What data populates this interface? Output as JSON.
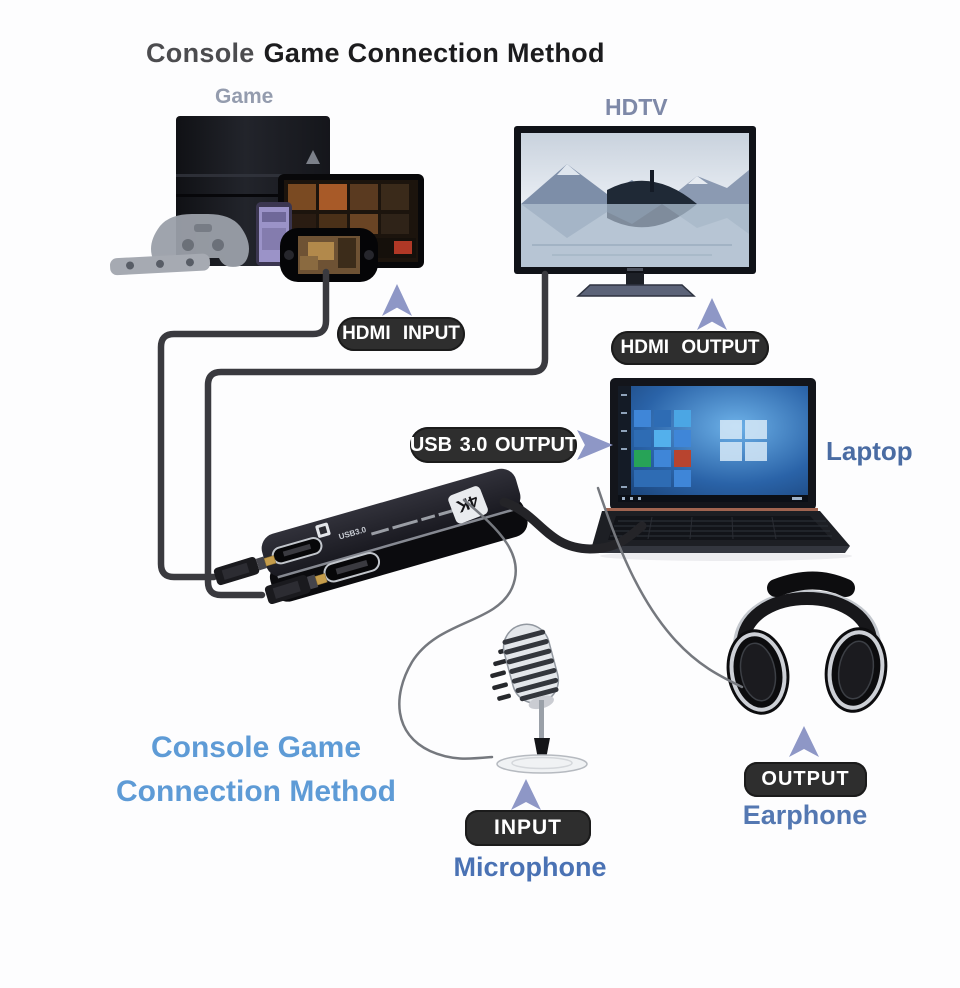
{
  "header": {
    "title_gray": "Console",
    "title_dark": "Game Connection Method"
  },
  "footer": {
    "line1": "Console Game",
    "line2": "Connection Method"
  },
  "labels": {
    "game": "Game",
    "hdtv": "HDTV",
    "laptop": "Laptop",
    "microphone": "Microphone",
    "earphone": "Earphone"
  },
  "badges": {
    "hdmi_input": "HDMI INPUT",
    "hdmi_output": "HDMI OUTPUT",
    "usb_output": "USB 3.0 OUTPUT",
    "mic_input": "INPUT",
    "earphone_output": "OUTPUT"
  },
  "capture_card": {
    "logo": "4K",
    "port_label": "USB3.0"
  },
  "colors": {
    "footer_blue": "#5e9bd6",
    "device_label_blue": "#4a72b4",
    "muted_label_blue": "#8b93a8",
    "badge_bg": "#2e2e2e",
    "badge_text": "#ffffff",
    "arrow_blue": "#8e97c6",
    "cable_dark": "#3a3a3f"
  }
}
